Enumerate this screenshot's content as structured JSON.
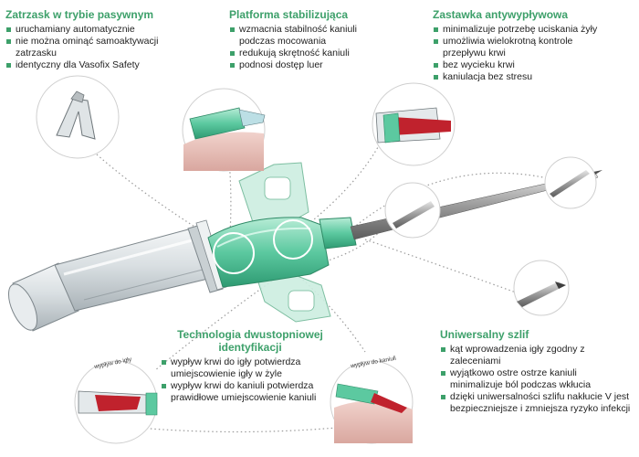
{
  "sections": [
    {
      "title": "Zatrzask w trybie pasywnym",
      "items": [
        "uruchamiany automatycznie",
        "nie można ominąć samoaktywacji zatrzasku",
        "identyczny dla Vasofix Safety"
      ]
    },
    {
      "title": "Platforma stabilizująca",
      "items": [
        "wzmacnia stabilność kaniuli podczas mocowania",
        "redukują skrętność kaniuli",
        "podnosi dostęp luer"
      ]
    },
    {
      "title": "Zastawka antywypływowa",
      "items": [
        "minimalizuje potrzebę uciskania żyły",
        "umożliwia wielokrotną kontrole przepływu krwi",
        "bez wycieku krwi",
        "kaniulacja bez stresu"
      ]
    },
    {
      "title": "Technologia dwustopniowej identyfikacji",
      "items": [
        "wypływ krwi do igły potwierdza umiejscowienie igły w żyle",
        "wypływ krwi do kaniuli potwierdza prawidłowe umiejscowienie kaniuli"
      ]
    },
    {
      "title": "Uniwersalny szlif",
      "items": [
        "kąt wprowadzenia igły zgodny z zaleceniami",
        "wyjątkowo ostre ostrze kaniuli minimalizuje ból podczas wkłucia",
        "dzięki uniwersalności szlifu nakłucie V jest bezpieczniejsze i zmniejsza ryzyko infekcji"
      ]
    }
  ],
  "small_labels": [
    "wypływ do igły",
    "wypływ do kaniuli"
  ],
  "colors": {
    "accent": "#3da06a",
    "cannula_green": "#5cc9a0",
    "blood": "#c0222d",
    "connector": "#9c9c9c"
  }
}
